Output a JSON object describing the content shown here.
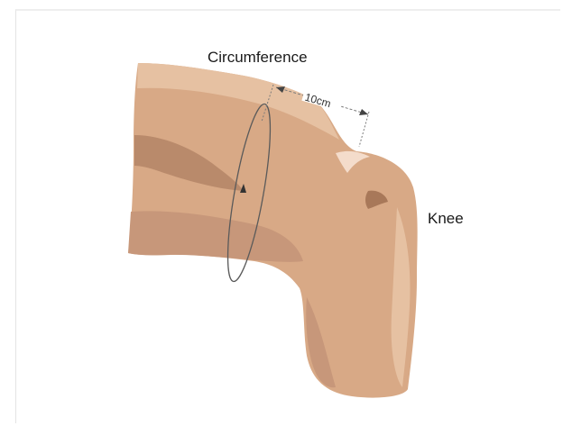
{
  "labels": {
    "circumference": "Circumference",
    "measurement": "10cm",
    "knee": "Knee"
  },
  "colors": {
    "skin_base": "#d8a986",
    "skin_light": "#e6c1a2",
    "skin_shadow": "#b98a6b",
    "skin_highlight": "#f4dccb",
    "guide_line": "#5a5a5a"
  }
}
